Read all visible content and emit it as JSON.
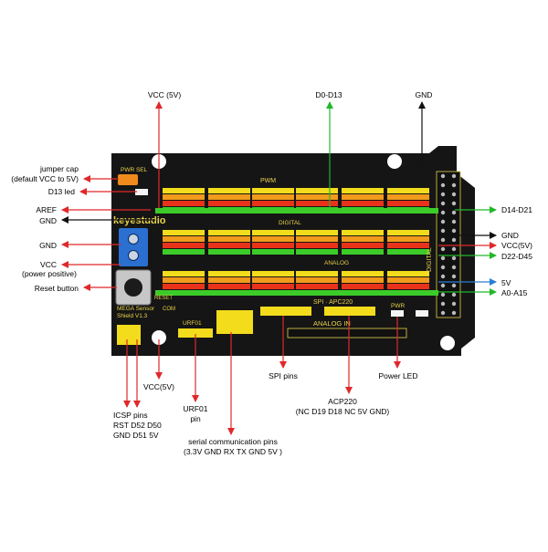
{
  "board": {
    "brand": "keyestudio",
    "model_line1": "MEGA Sensor",
    "model_line2": "Shield V1.3",
    "pwm": "PWM",
    "digital_top": "DIGITAL",
    "analog": "ANALOG",
    "digital_side": "DIGITAL",
    "pwr_sel": "PWR SEL",
    "spi_apc": "SPI · APC220",
    "analog_in": "ANALOG IN",
    "urf01": "URF01",
    "pwr": "PWR",
    "com": "COM",
    "reset": "RESET"
  },
  "labels": {
    "vcc_top": "VCC (5V)",
    "d0_d13": "D0-D13",
    "gnd_top": "GND",
    "jumper_cap_l1": "jumper cap",
    "jumper_cap_l2": "(default VCC to 5V)",
    "d13_led": "D13 led",
    "aref": "AREF",
    "gnd_left1": "GND",
    "gnd_left2": "GND",
    "vcc_left_l1": "VCC",
    "vcc_left_l2": "(power positive)",
    "reset_button": "Reset button",
    "d14_d21": "D14-D21",
    "gnd_right": "GND",
    "vcc_right": "VCC(5V)",
    "d22_d45": "D22-D45",
    "v5_right": "5V",
    "a0_a15": "A0-A15",
    "icsp_l1": "ICSP pins",
    "icsp_l2": "RST D52 D50",
    "icsp_l3": "GND  D51 5V",
    "vcc_bottom": "VCC(5V)",
    "urf01_l1": "URF01",
    "urf01_l2": "pin",
    "serial_l1": "serial communication pins",
    "serial_l2": "(3.3V GND RX TX GND 5V )",
    "spi_pins": "SPI pins",
    "acp220_l1": "ACP220",
    "acp220_l2": "(NC D19 D18 NC 5V GND)",
    "power_led": "Power LED"
  },
  "colors": {
    "board": "#151515",
    "silk": "#e8d24a",
    "header_yellow": "#f2dc1c",
    "header_orange": "#f29a1c",
    "header_red": "#e8331a",
    "header_green": "#3ccc2a",
    "arrow_red": "#e0282a",
    "arrow_green": "#22b82a",
    "arrow_black": "#111111",
    "arrow_blue": "#2a7fd4",
    "terminal_blue": "#2b6fd0",
    "jumper_orange": "#f08a1c"
  }
}
